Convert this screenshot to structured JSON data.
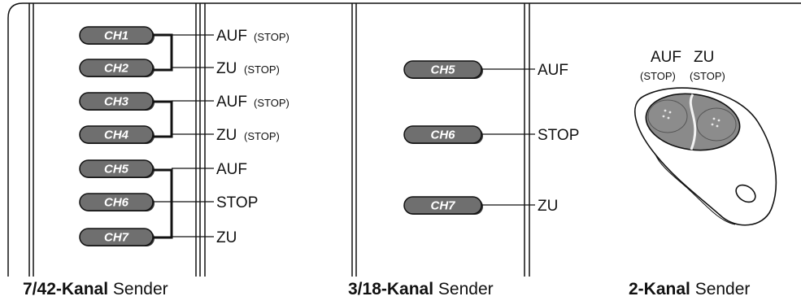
{
  "panel_left": {
    "channels": [
      "CH1",
      "CH2",
      "CH3",
      "CH4",
      "CH5",
      "CH6",
      "CH7"
    ],
    "labels": [
      {
        "main": "AUF",
        "sub": "(STOP)"
      },
      {
        "main": "ZU",
        "sub": "(STOP)"
      },
      {
        "main": "AUF",
        "sub": "(STOP)"
      },
      {
        "main": "ZU",
        "sub": "(STOP)"
      },
      {
        "main": "AUF",
        "sub": ""
      },
      {
        "main": "STOP",
        "sub": ""
      },
      {
        "main": "ZU",
        "sub": ""
      }
    ],
    "caption_bold": "7/42-Kanal",
    "caption_rest": " Sender"
  },
  "panel_middle": {
    "channels": [
      "CH5",
      "CH6",
      "CH7"
    ],
    "labels": [
      "AUF",
      "STOP",
      "ZU"
    ],
    "caption_bold": "3/18-Kanal",
    "caption_rest": " Sender"
  },
  "panel_right": {
    "button_labels": [
      {
        "main": "AUF",
        "sub": "(STOP)"
      },
      {
        "main": "ZU",
        "sub": "(STOP)"
      }
    ],
    "caption_bold": "2-Kanal",
    "caption_rest": " Sender"
  },
  "colors": {
    "pill_fill": "#6f6f6f",
    "pill_outline": "#111111",
    "remote_body": "#ffffff",
    "remote_buttons": "#8a8a8a",
    "line": "#111111"
  }
}
